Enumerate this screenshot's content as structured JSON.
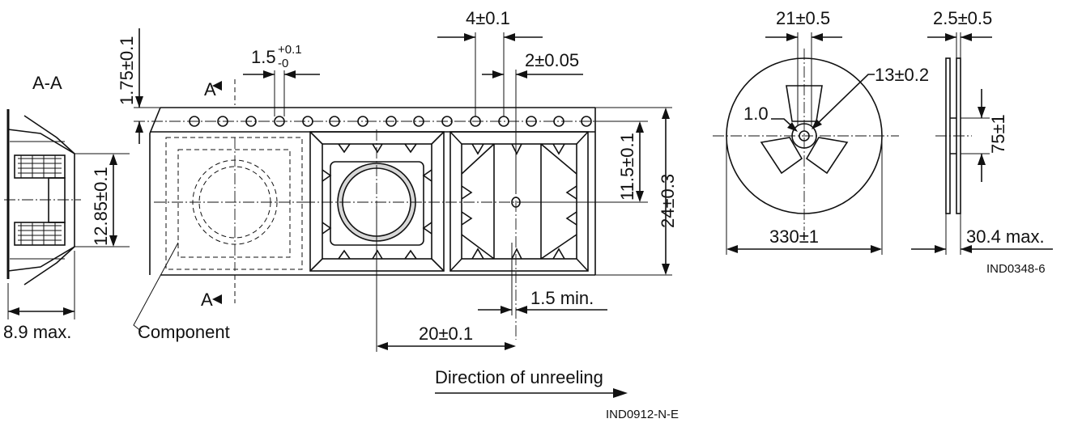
{
  "section": {
    "title": "A-A",
    "width": "8.9 max.",
    "height": "12.85±0.1"
  },
  "section_markers": {
    "top": "A",
    "bottom": "A"
  },
  "tape": {
    "edge_to_hole": "1.75±0.1",
    "hole_diameter_base": "1.5",
    "hole_diameter_upper": "+0.1",
    "hole_diameter_lower": "-0",
    "hole_pitch": "4±0.1",
    "hole_to_pocket": "2±0.05",
    "hole_to_center": "11.5±0.1",
    "tape_width": "24±0.3",
    "pocket_pitch": "20±0.1",
    "min_gap": "1.5 min.",
    "component_label": "Component",
    "direction": "Direction of unreeling",
    "figure_id": "IND0912-N-E"
  },
  "reel": {
    "hub_hole": "21±0.5",
    "arbor_hole": "13±0.2",
    "key": "1.0",
    "diameter": "330±1",
    "flange_thickness": "2.5±0.5",
    "hub_diameter": "75±1",
    "overall_width": "30.4 max.",
    "figure_id": "IND0348-6"
  }
}
